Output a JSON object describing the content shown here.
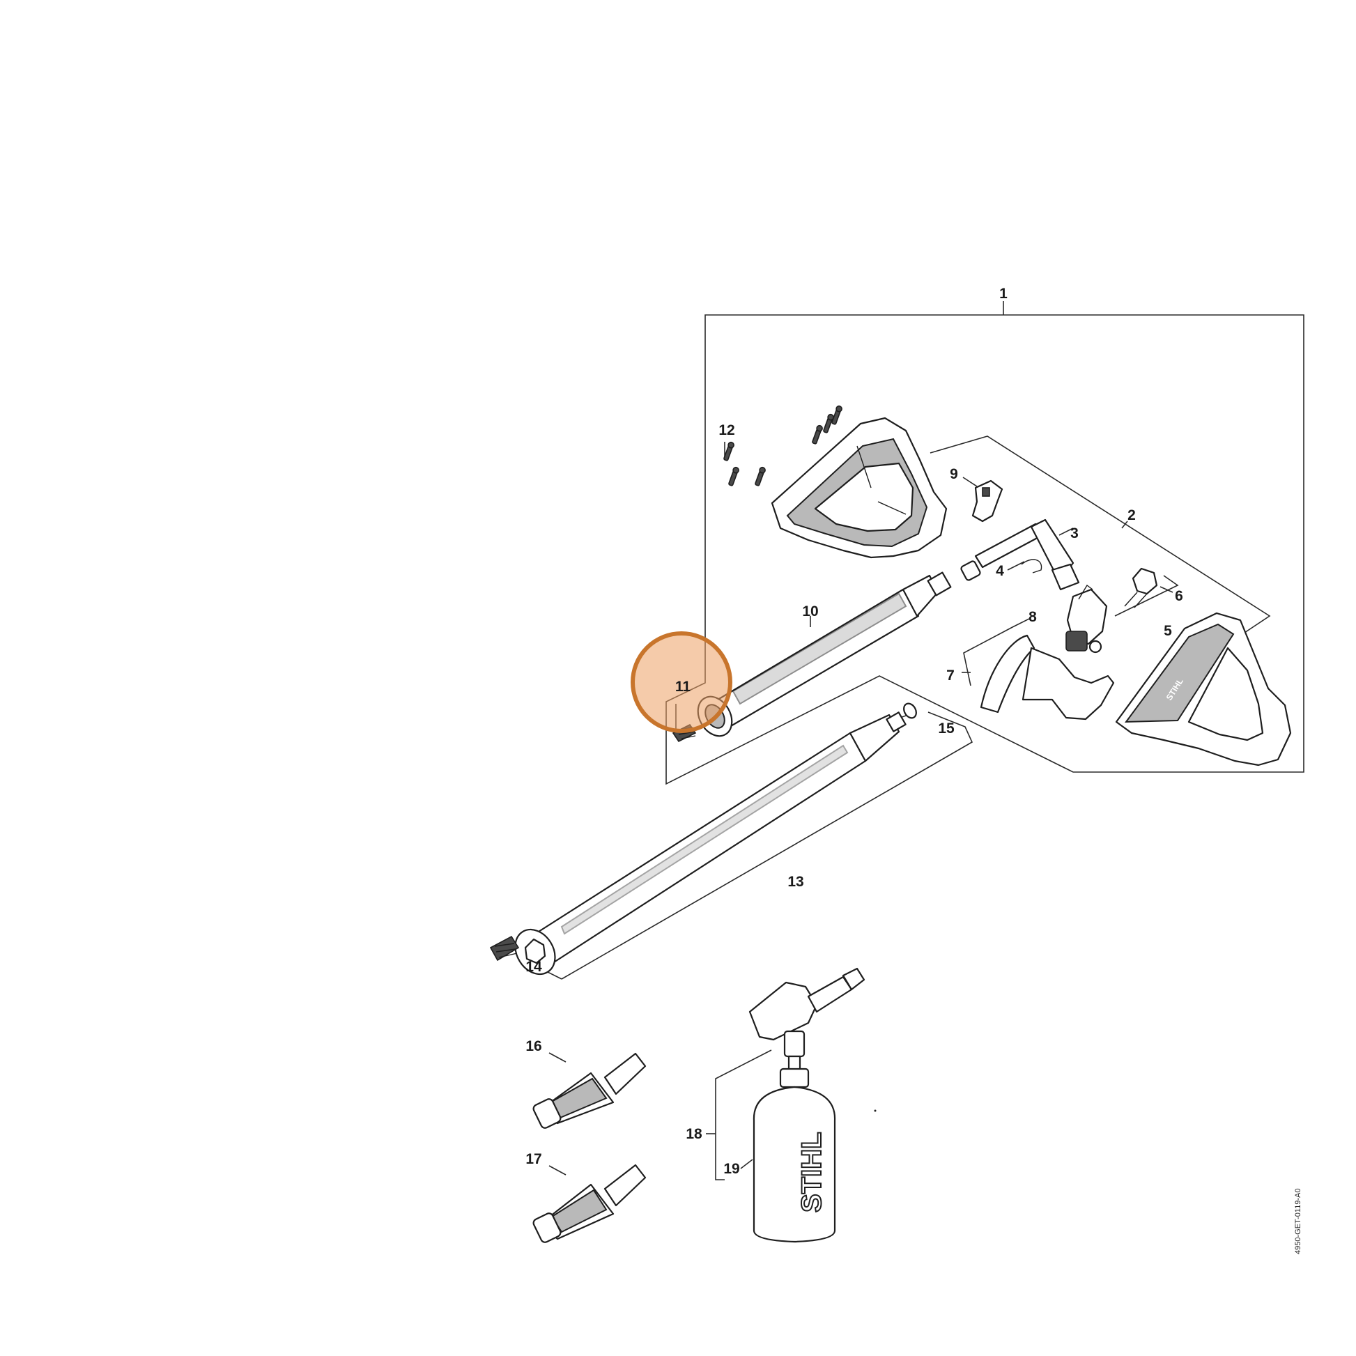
{
  "diagram": {
    "document_id": "4950-GET-0119-A0",
    "callouts": [
      {
        "id": "1",
        "text": "1"
      },
      {
        "id": "2",
        "text": "2"
      },
      {
        "id": "3",
        "text": "3"
      },
      {
        "id": "4",
        "text": "4"
      },
      {
        "id": "5",
        "text": "5"
      },
      {
        "id": "6",
        "text": "6"
      },
      {
        "id": "7",
        "text": "7"
      },
      {
        "id": "8",
        "text": "8"
      },
      {
        "id": "9",
        "text": "9"
      },
      {
        "id": "10",
        "text": "10"
      },
      {
        "id": "11",
        "text": "11"
      },
      {
        "id": "12",
        "text": "12"
      },
      {
        "id": "13",
        "text": "13"
      },
      {
        "id": "14",
        "text": "14"
      },
      {
        "id": "15",
        "text": "15"
      },
      {
        "id": "16",
        "text": "16"
      },
      {
        "id": "17",
        "text": "17"
      },
      {
        "id": "18",
        "text": "18"
      },
      {
        "id": "19",
        "text": "19"
      }
    ],
    "highlighted_part": "11",
    "bottle_logo": "STIHL",
    "highlight_color": "#ECA064"
  }
}
